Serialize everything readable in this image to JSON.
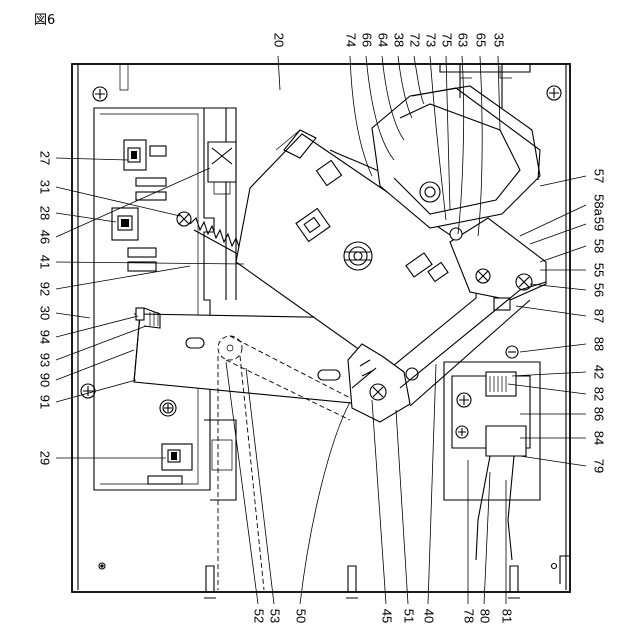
{
  "figure": {
    "title": "図6"
  },
  "labels": {
    "top": [
      "20",
      "74",
      "66",
      "64",
      "38",
      "72",
      "73",
      "75",
      "63",
      "65",
      "35"
    ],
    "left": [
      "27",
      "31",
      "28",
      "46",
      "41",
      "92",
      "30",
      "94",
      "93",
      "90",
      "91",
      "29"
    ],
    "right": [
      "57",
      "58a",
      "59",
      "58",
      "55",
      "56",
      "87",
      "88",
      "42",
      "82",
      "86",
      "84",
      "79"
    ],
    "bottom": [
      "52",
      "53",
      "50",
      "45",
      "51",
      "40",
      "78",
      "80",
      "81"
    ]
  }
}
